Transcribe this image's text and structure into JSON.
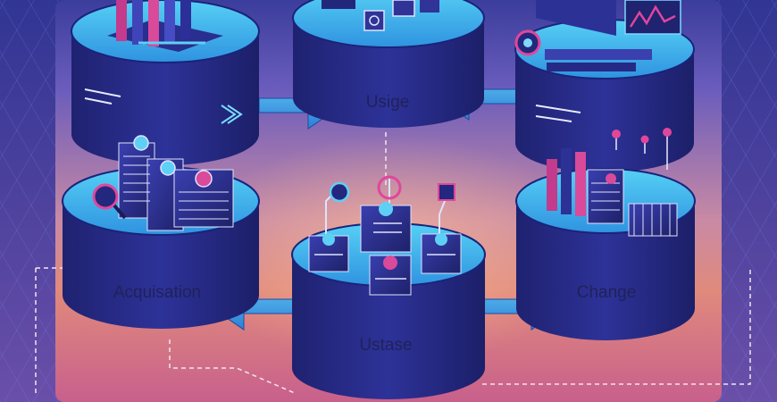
{
  "colors": {
    "background": "#2b2a84",
    "cylinder_top": "#3ab7ef",
    "cylinder_body": "#2b2f96",
    "arrow": "#43a7ea",
    "accent": "#d63c8c"
  },
  "nodes": [
    {
      "id": "top-left",
      "label": ""
    },
    {
      "id": "top-center",
      "label": "Usige"
    },
    {
      "id": "top-right",
      "label": ""
    },
    {
      "id": "mid-left",
      "label": "Acquisation"
    },
    {
      "id": "center",
      "label": "Ustase"
    },
    {
      "id": "mid-right",
      "label": "Change"
    }
  ],
  "icons": {
    "top_left": "bar-chart-icon",
    "top_center": "cube-icon",
    "top_right": "monitor-chart-icon",
    "mid_left": "document-stack-icon",
    "center": "server-network-icon",
    "mid_right": "bar-graph-icon"
  }
}
